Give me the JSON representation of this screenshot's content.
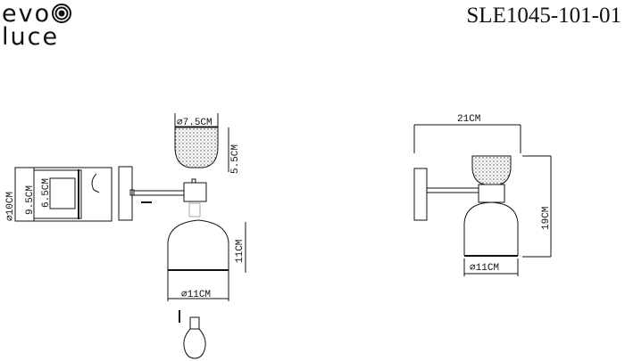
{
  "brand": {
    "line1": "evo",
    "line2": "luce"
  },
  "model": "SLE1045-101-01",
  "dimensions": {
    "shade_top_diameter": "⌀7.5CM",
    "shade_top_height": "5.5CM",
    "backplate_diameter": "⌀10CM",
    "backplate_inner": "9.5CM",
    "mount_spacing": "6.5CM",
    "glass_height": "11CM",
    "glass_diameter": "⌀11CM",
    "total_width": "21CM",
    "total_height": "19CM",
    "front_diameter": "⌀11CM"
  }
}
